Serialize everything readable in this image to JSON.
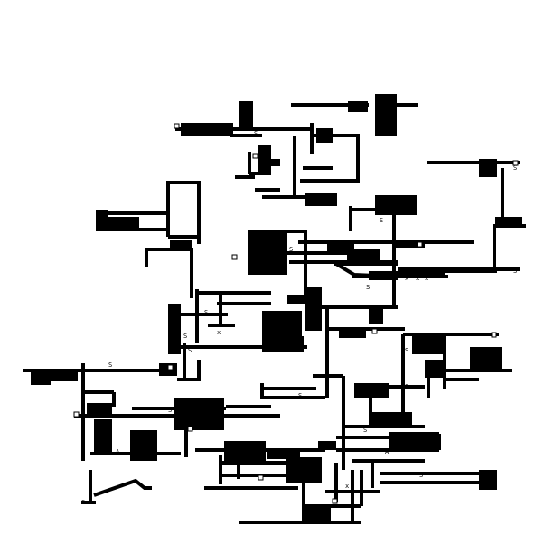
{
  "map": {
    "colors": {
      "background": "#ffffff",
      "ink": "#000000"
    },
    "glyphs": {
      "start": "S",
      "end": "A",
      "blocked": "x",
      "door": "□"
    },
    "legend_note": ""
  }
}
